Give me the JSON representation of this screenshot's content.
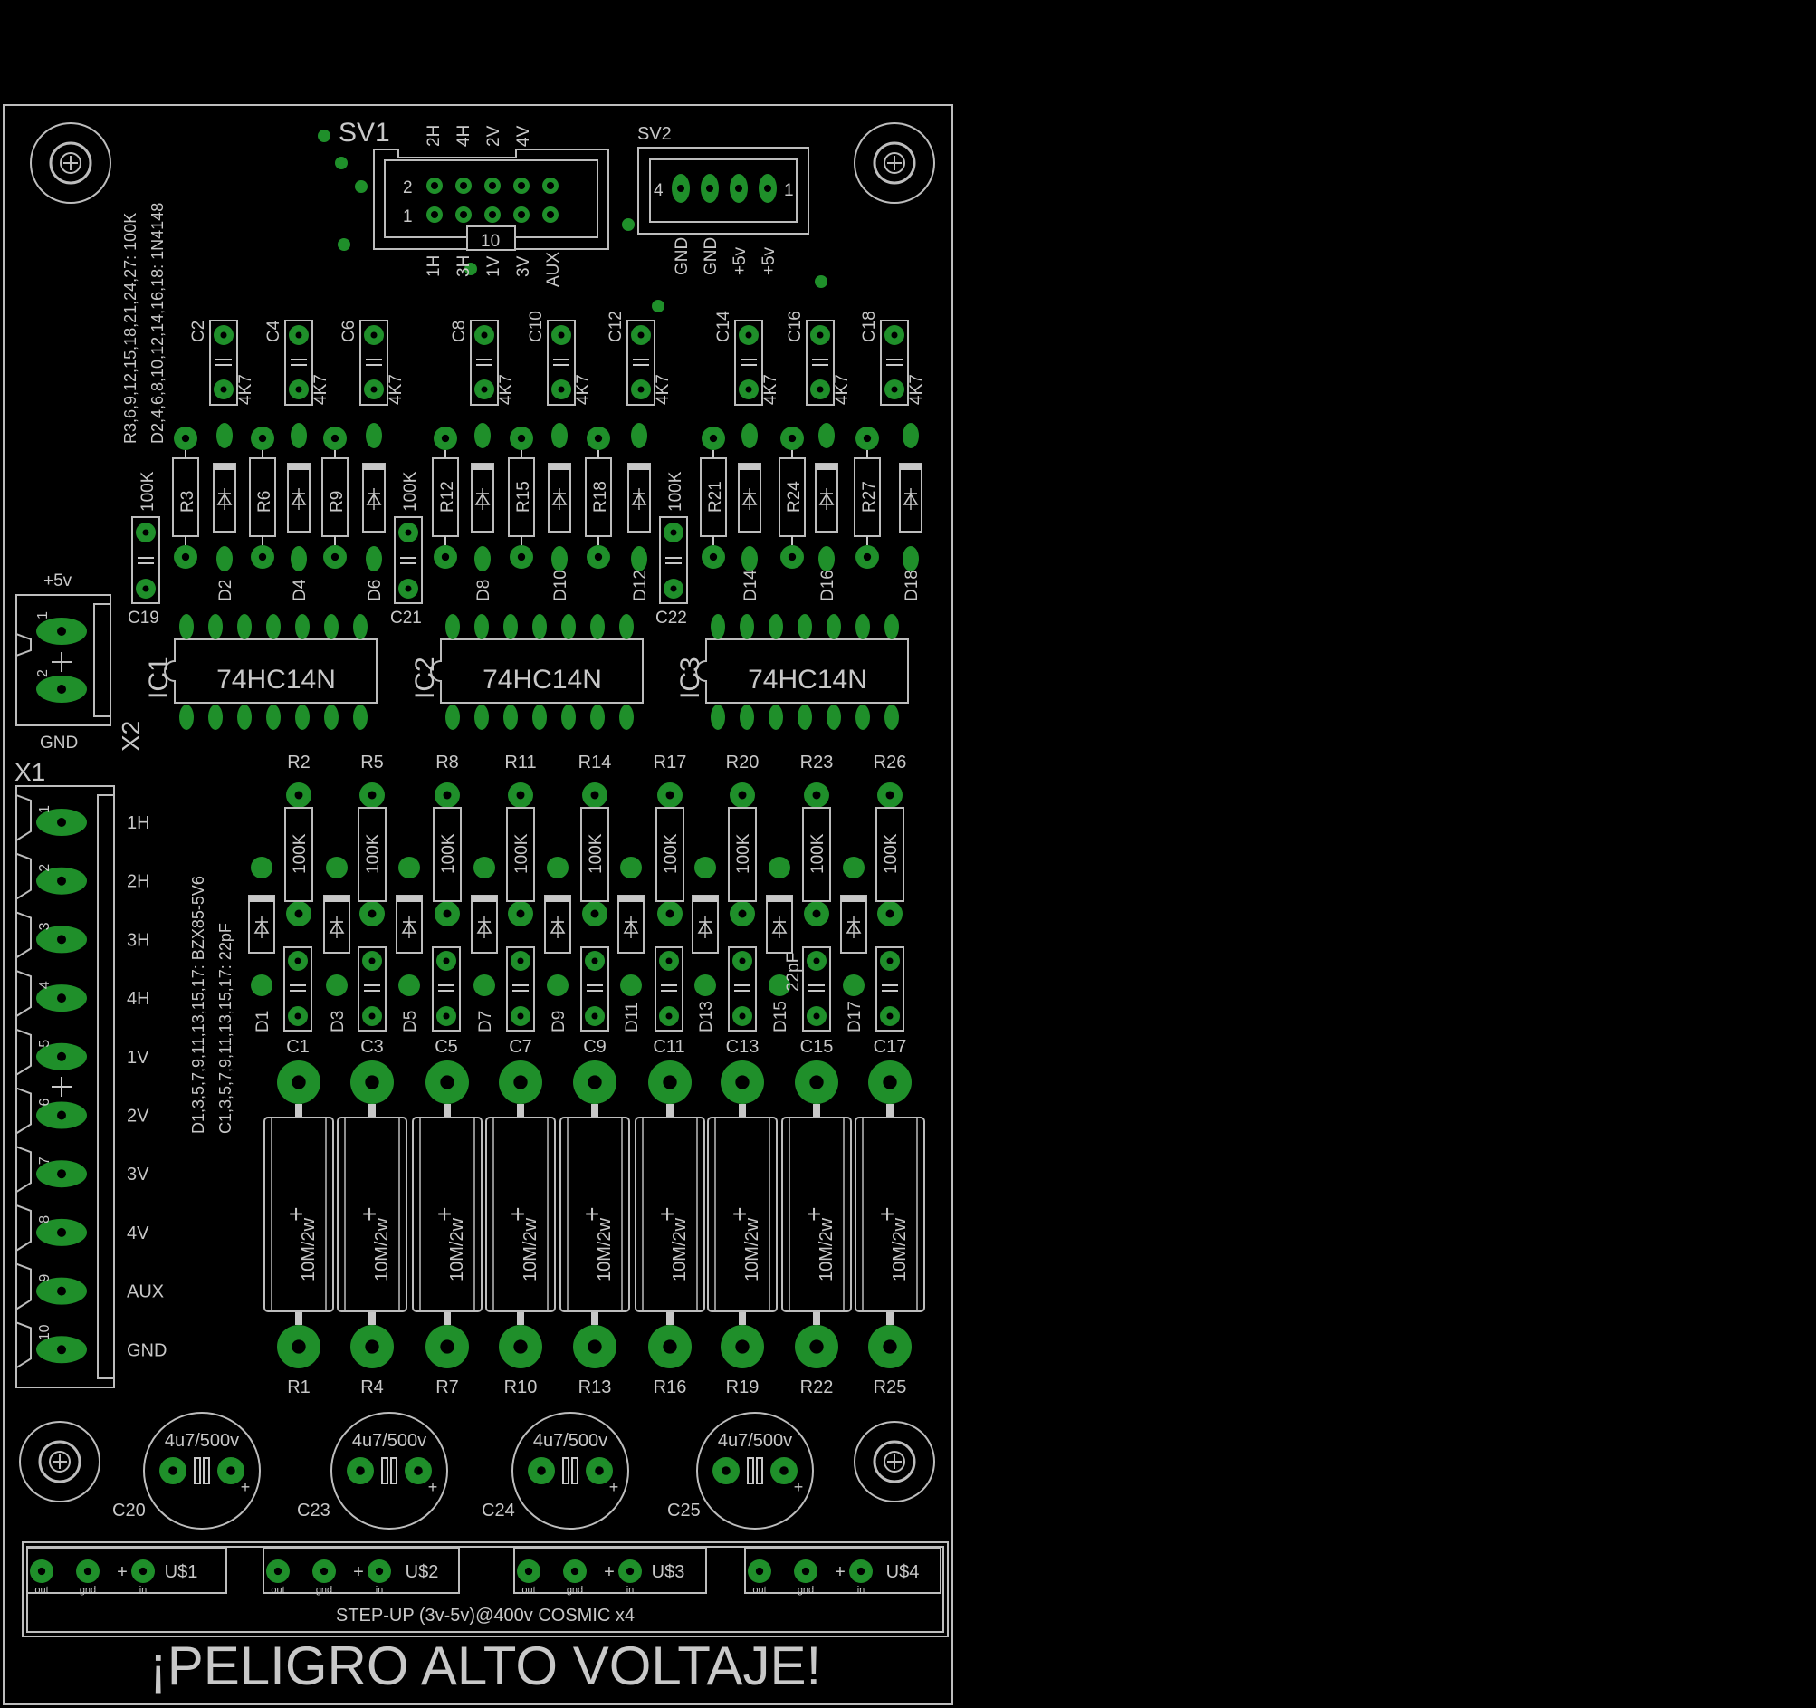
{
  "board": {
    "warning": "¡PELIGRO ALTO VOLTAJE!",
    "colors": {
      "background": "#000000",
      "pad": "#1f8f2a",
      "silkscreen": "#c8c8c8",
      "outline": "#bdbdbd"
    }
  },
  "notes": {
    "resistor_values": "R3,6,9,12,15,18,21,24,27: 100K",
    "diode_values": "D2,4,6,8,10,12,14,16,18: 1N4148",
    "zener_values": "D1,3,5,7,9,11,13,15,17: BZX85-5V6",
    "cap_values": "C1,3,5,7,9,11,13,15,17: 22pF"
  },
  "sv1": {
    "name": "SV1",
    "top_labels": [
      "2H",
      "4H",
      "2V",
      "4V"
    ],
    "bottom_labels": [
      "1H",
      "3H",
      "1V",
      "3V",
      "AUX"
    ],
    "pin_row_labels": [
      "2",
      "1"
    ],
    "pin_number": "10"
  },
  "sv2": {
    "name": "SV2",
    "bottom_labels": [
      "GND",
      "GND",
      "+5v",
      "+5v"
    ],
    "pin_labels": [
      "4",
      "1"
    ]
  },
  "x2": {
    "name": "X2",
    "top_label": "+5v",
    "bottom_label": "GND",
    "pin_numbers": [
      "1",
      "2"
    ]
  },
  "x1": {
    "name": "X1",
    "pin_numbers": [
      "1",
      "2",
      "3",
      "4",
      "5",
      "6",
      "7",
      "8",
      "9",
      "10"
    ],
    "labels": [
      "1H",
      "2H",
      "3H",
      "4H",
      "1V",
      "2V",
      "3V",
      "4V",
      "AUX",
      "GND"
    ]
  },
  "top_caps": {
    "names": [
      "C2",
      "C4",
      "C6",
      "C8",
      "C10",
      "C12",
      "C14",
      "C16",
      "C18"
    ],
    "value": "4K7"
  },
  "mid_resistors": [
    "R3",
    "R6",
    "R9",
    "R12",
    "R15",
    "R18",
    "R21",
    "R24",
    "R27"
  ],
  "mid_diodes": [
    "D2",
    "D4",
    "D6",
    "D8",
    "D10",
    "D12",
    "D14",
    "D16",
    "D18"
  ],
  "side_caps": {
    "names": [
      "C19",
      "C21",
      "C22"
    ],
    "value": "100K"
  },
  "ics": {
    "names": [
      "IC1",
      "IC2",
      "IC3"
    ],
    "value": "74HC14N"
  },
  "upper_resistors": {
    "names": [
      "R2",
      "R5",
      "R8",
      "R11",
      "R14",
      "R17",
      "R20",
      "R23",
      "R26"
    ],
    "value": "100K"
  },
  "zener_diodes": [
    "D1",
    "D3",
    "D5",
    "D7",
    "D9",
    "D11",
    "D13",
    "D15",
    "D17"
  ],
  "small_caps": {
    "names": [
      "C1",
      "C3",
      "C5",
      "C7",
      "C9",
      "C11",
      "C13",
      "C15",
      "C17"
    ],
    "extra_label": "22pF"
  },
  "big_resistors": {
    "names": [
      "R1",
      "R4",
      "R7",
      "R10",
      "R13",
      "R16",
      "R19",
      "R22",
      "R25"
    ],
    "value": "10M/2w",
    "plus": "+"
  },
  "hv_caps": {
    "names": [
      "C20",
      "C23",
      "C24",
      "C25"
    ],
    "value": "4u7/500v",
    "plus": "+"
  },
  "stepup": {
    "title": "STEP-UP (3v-5v)@400v COSMIC x4",
    "names": [
      "U$1",
      "U$2",
      "U$3",
      "U$4"
    ],
    "pin_labels": [
      "out",
      "gnd",
      "in"
    ],
    "plus": "+"
  }
}
